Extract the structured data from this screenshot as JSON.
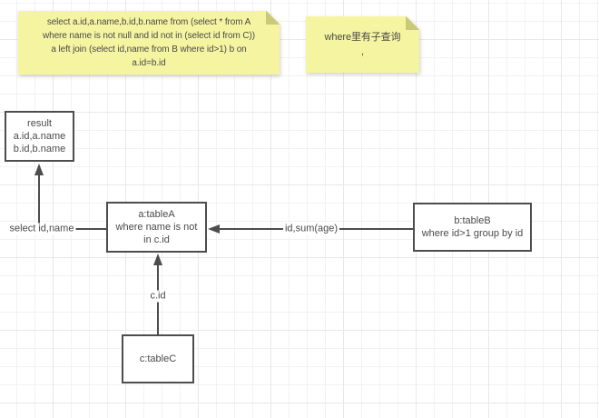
{
  "colors": {
    "canvas_bg": "#ffffff",
    "grid_minor": "#f2f2f4",
    "grid_major": "#e8e8ea",
    "note_fill": "#f5f5a1",
    "note_fold": "#c9c979",
    "shape_border": "#4d4d4d",
    "connector": "#4d4d4d",
    "text": "#4a4a4a"
  },
  "notes": {
    "sql": {
      "lines": [
        "select a.id,a.name,b.id,b.name from (select * from A",
        "where name is not null and id not in (select id from C))",
        "a left join (select id,name from B where id>1) b on",
        "a.id=b.id"
      ]
    },
    "comment": {
      "lines": [
        "where里有子查询",
        ","
      ]
    }
  },
  "shapes": {
    "result": {
      "lines": [
        "result",
        "a.id,a.name",
        "b.id,b.name"
      ]
    },
    "tableA": {
      "lines": [
        "a:tableA",
        "where name is not",
        "in c.id"
      ]
    },
    "tableB": {
      "lines": [
        "b:tableB",
        "where id>1 group by id"
      ]
    },
    "tableC": {
      "lines": [
        "c:tableC"
      ]
    }
  },
  "edges": {
    "a_to_result": {
      "label": "select id,name"
    },
    "b_to_a": {
      "label": "id,sum(age)"
    },
    "c_to_a": {
      "label": "c.id"
    }
  }
}
